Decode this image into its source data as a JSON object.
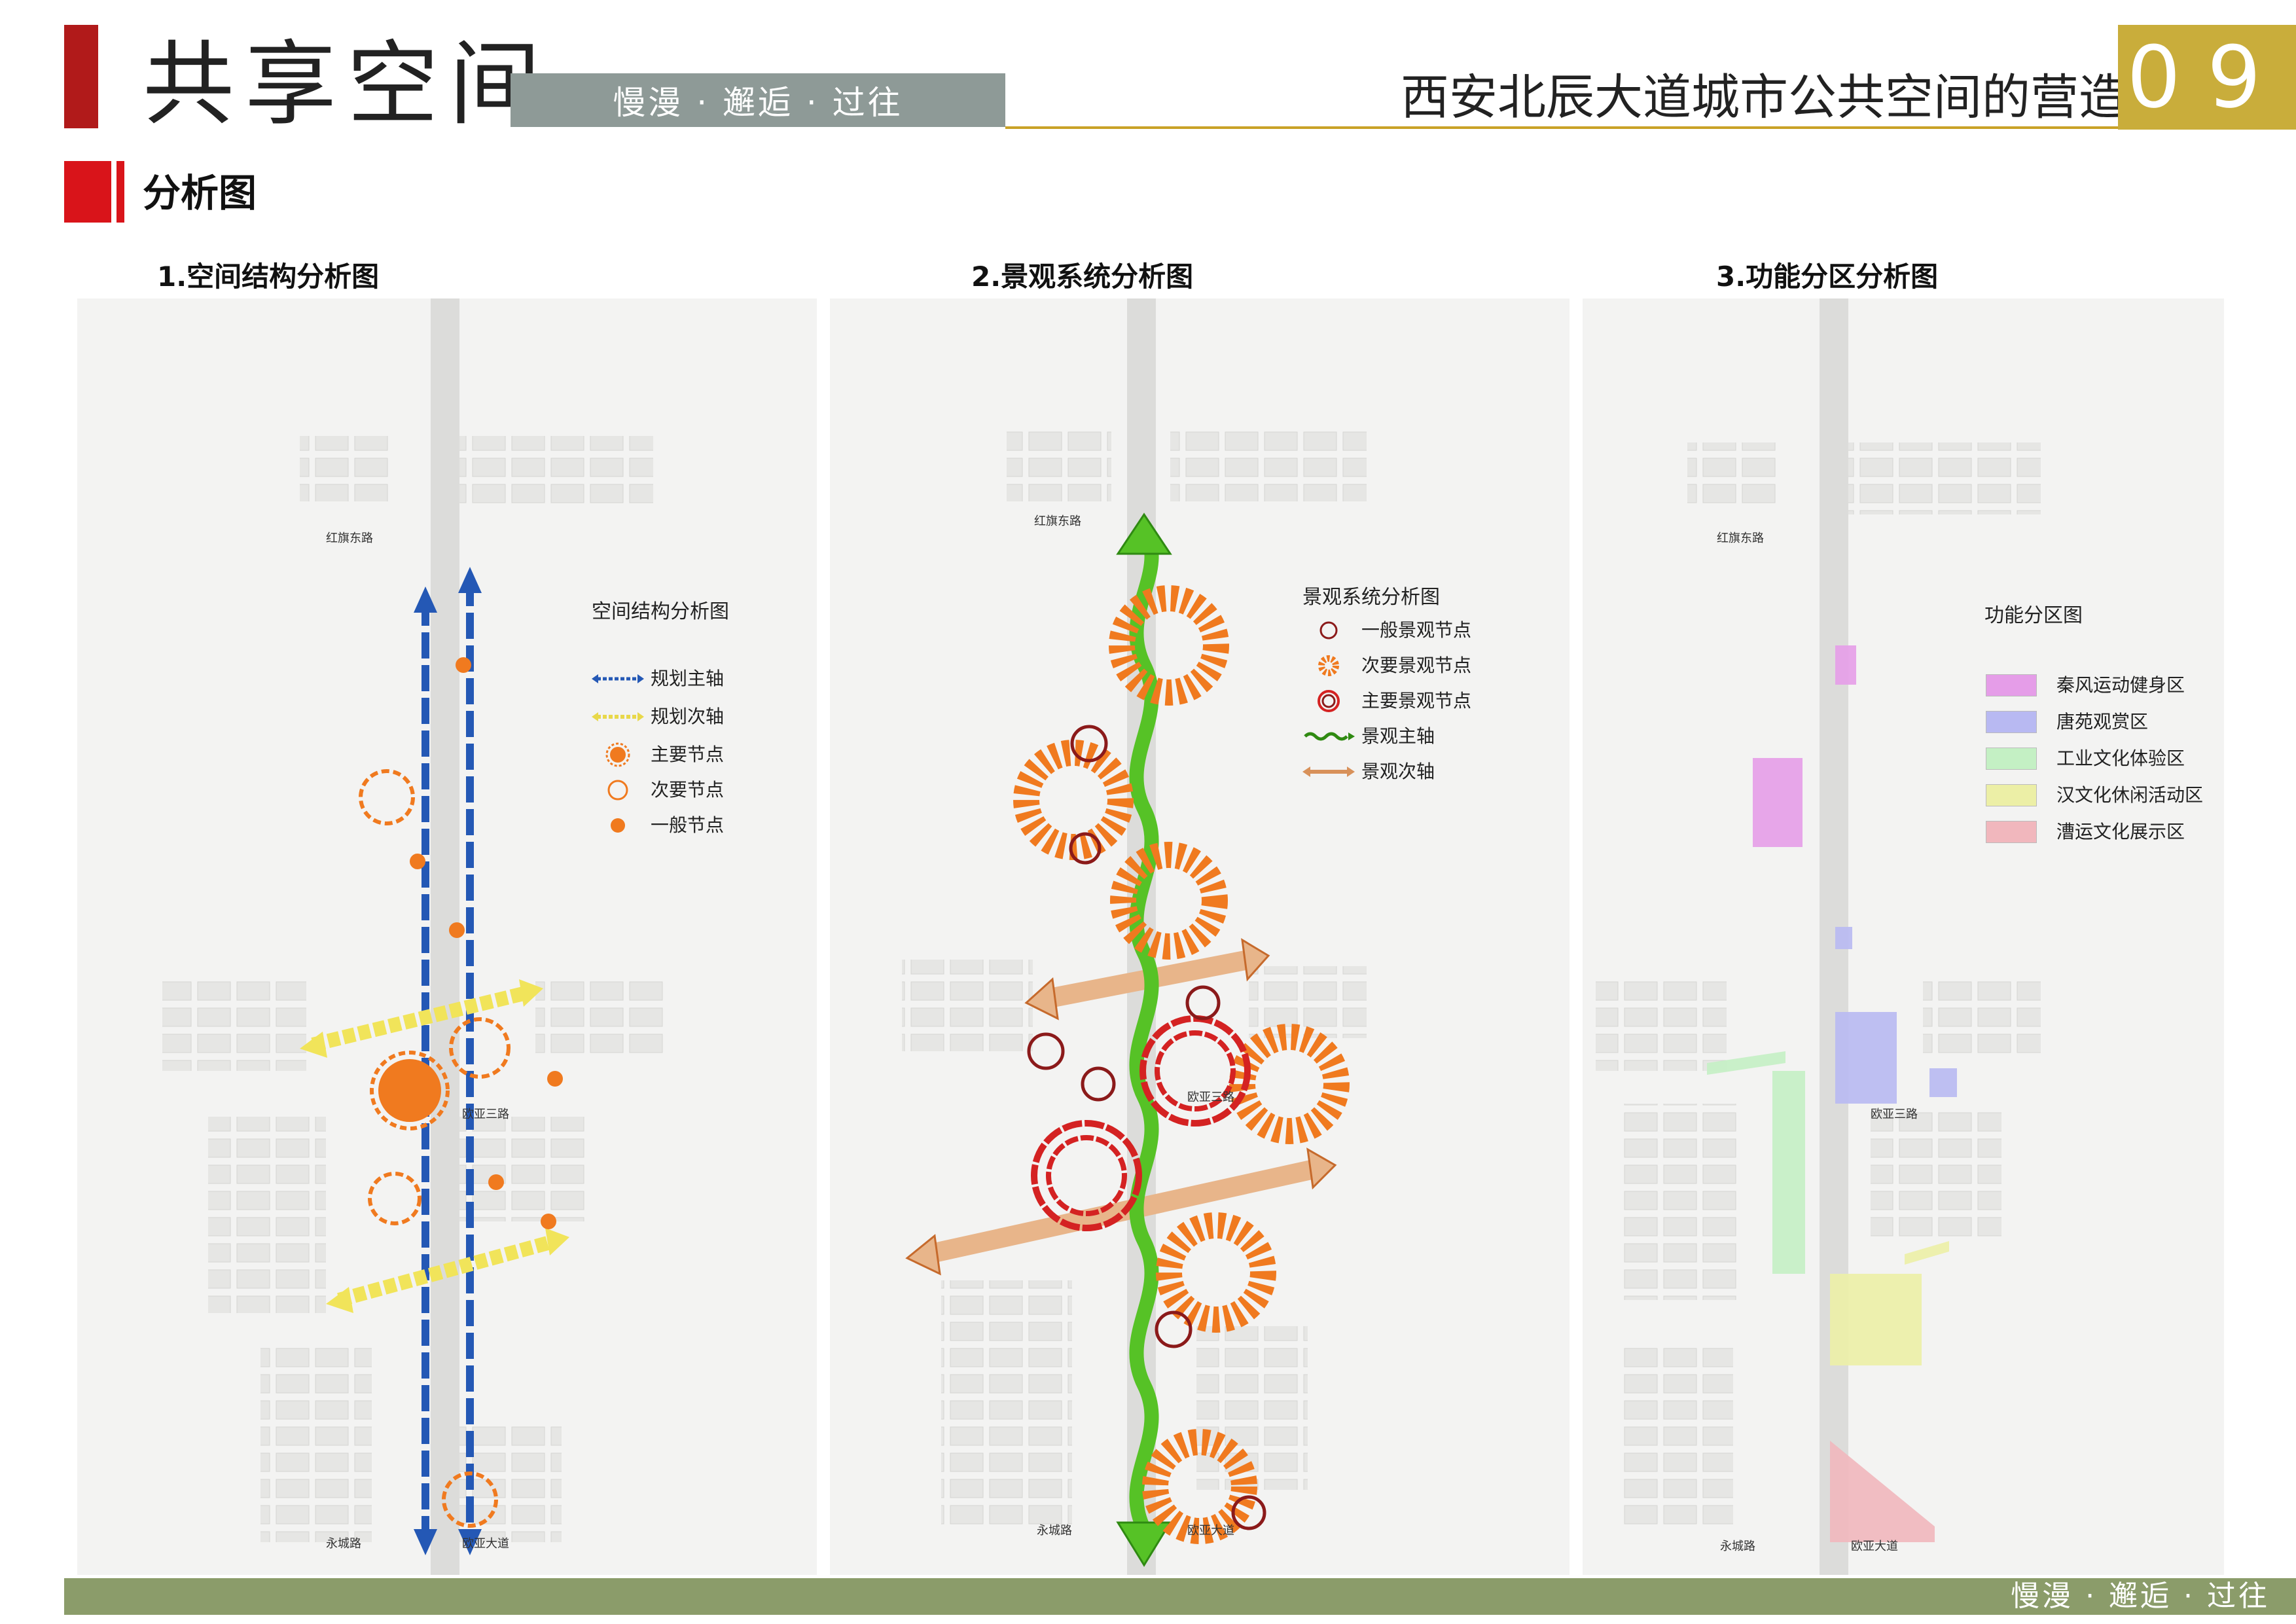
{
  "header": {
    "title": "共享空间",
    "slogan": "慢漫 · 邂逅 · 过往",
    "project_title": "西安北辰大道城市公共空间的营造",
    "page_number": "09",
    "accent_red": "#b11a1a",
    "accent_gold": "#c9ad3b",
    "slogan_bg": "#8e9a97"
  },
  "section": {
    "title": "分析图"
  },
  "panels": [
    {
      "title": "1.空间结构分析图",
      "legend_title": "空间结构分析图",
      "legend": [
        {
          "label": "规划主轴",
          "icon": "blue-double-arrow-icon"
        },
        {
          "label": "规划次轴",
          "icon": "yellow-double-arrow-icon"
        },
        {
          "label": "主要节点",
          "icon": "orange-dashed-ring-icon"
        },
        {
          "label": "次要节点",
          "icon": "orange-ring-icon"
        },
        {
          "label": "一般节点",
          "icon": "orange-dot-icon"
        }
      ],
      "roads": {
        "top": "红旗东路",
        "mid": "欧亚三路",
        "bottom_left": "永城路",
        "bottom_right": "欧亚大道"
      }
    },
    {
      "title": "2.景观系统分析图",
      "legend_title": "景观系统分析图",
      "legend": [
        {
          "label": "一般景观节点",
          "icon": "dark-red-ring-icon"
        },
        {
          "label": "次要景观节点",
          "icon": "orange-starburst-icon"
        },
        {
          "label": "主要景观节点",
          "icon": "red-double-ring-icon"
        },
        {
          "label": "景观主轴",
          "icon": "green-wave-icon"
        },
        {
          "label": "景观次轴",
          "icon": "tan-double-arrow-icon"
        }
      ],
      "roads": {
        "top": "红旗东路",
        "mid": "欧亚三路",
        "bottom_left": "永城路",
        "bottom_right": "欧亚大道"
      }
    },
    {
      "title": "3.功能分区分析图",
      "legend_title": "功能分区图",
      "legend": [
        {
          "label": "秦风运动健身区",
          "color": "#e59de8"
        },
        {
          "label": "唐苑观赏区",
          "color": "#b8b9f2"
        },
        {
          "label": "工业文化体验区",
          "color": "#c4f0c4"
        },
        {
          "label": "汉文化休闲活动区",
          "color": "#ecefa6"
        },
        {
          "label": "漕运文化展示区",
          "color": "#f1b7bd"
        }
      ],
      "roads": {
        "top": "红旗东路",
        "mid": "欧亚三路",
        "bottom_left": "永城路",
        "bottom_right": "欧亚大道"
      }
    }
  ],
  "footer": {
    "text": "慢漫 · 邂逅 · 过往",
    "bar_color": "#8b9c6a"
  }
}
